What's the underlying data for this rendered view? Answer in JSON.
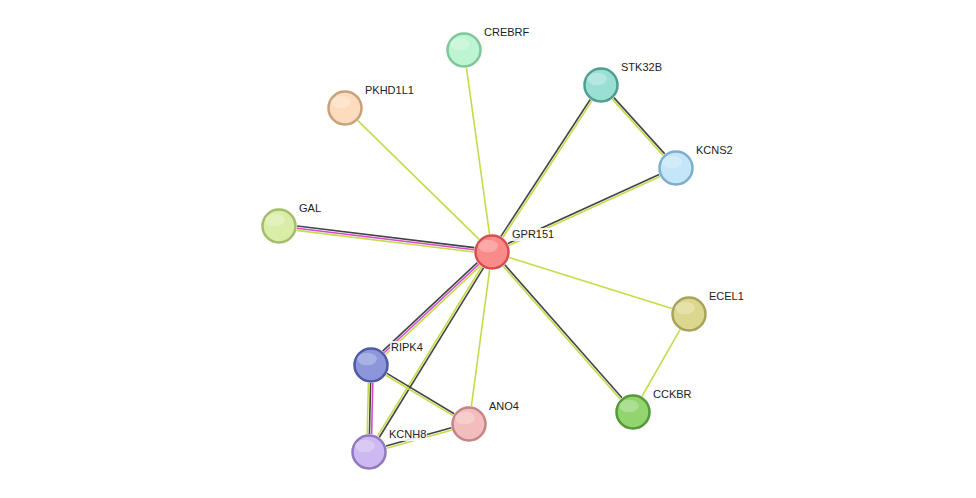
{
  "diagram": {
    "nodes": [
      {
        "text": [
          "GPR151"
        ]
      },
      {
        "text": [
          "CREBRF"
        ]
      },
      {
        "text": [
          "STK32B"
        ]
      },
      {
        "text": [
          "PKHD1L1"
        ]
      },
      {
        "text": [
          "KCNS2"
        ]
      },
      {
        "text": [
          "GAL"
        ]
      },
      {
        "text": [
          "ECEL1"
        ]
      },
      {
        "text": [
          "RIPK4"
        ]
      },
      {
        "text": [
          "ANO4"
        ]
      },
      {
        "text": [
          "CCKBR"
        ]
      },
      {
        "text": [
          "KCNH8"
        ]
      }
    ],
    "edges": [
      {
        "from": 0,
        "to": 1,
        "arrow": "none"
      },
      {
        "from": 0,
        "to": 2,
        "arrow": "none"
      },
      {
        "from": 0,
        "to": 3,
        "arrow": "none"
      },
      {
        "from": 0,
        "to": 4,
        "arrow": "none"
      },
      {
        "from": 2,
        "to": 4,
        "arrow": "none"
      },
      {
        "from": 0,
        "to": 5,
        "arrow": "none"
      },
      {
        "from": 0,
        "to": 6,
        "arrow": "none"
      },
      {
        "from": 0,
        "to": 7,
        "arrow": "none"
      },
      {
        "from": 0,
        "to": 8,
        "arrow": "none"
      },
      {
        "from": 0,
        "to": 9,
        "arrow": "none"
      },
      {
        "from": 0,
        "to": 10,
        "arrow": "none"
      },
      {
        "from": 6,
        "to": 9,
        "arrow": "none"
      },
      {
        "from": 7,
        "to": 8,
        "arrow": "none"
      },
      {
        "from": 7,
        "to": 10,
        "arrow": "none"
      },
      {
        "from": 10,
        "to": 8,
        "arrow": "none"
      }
    ]
  }
}
